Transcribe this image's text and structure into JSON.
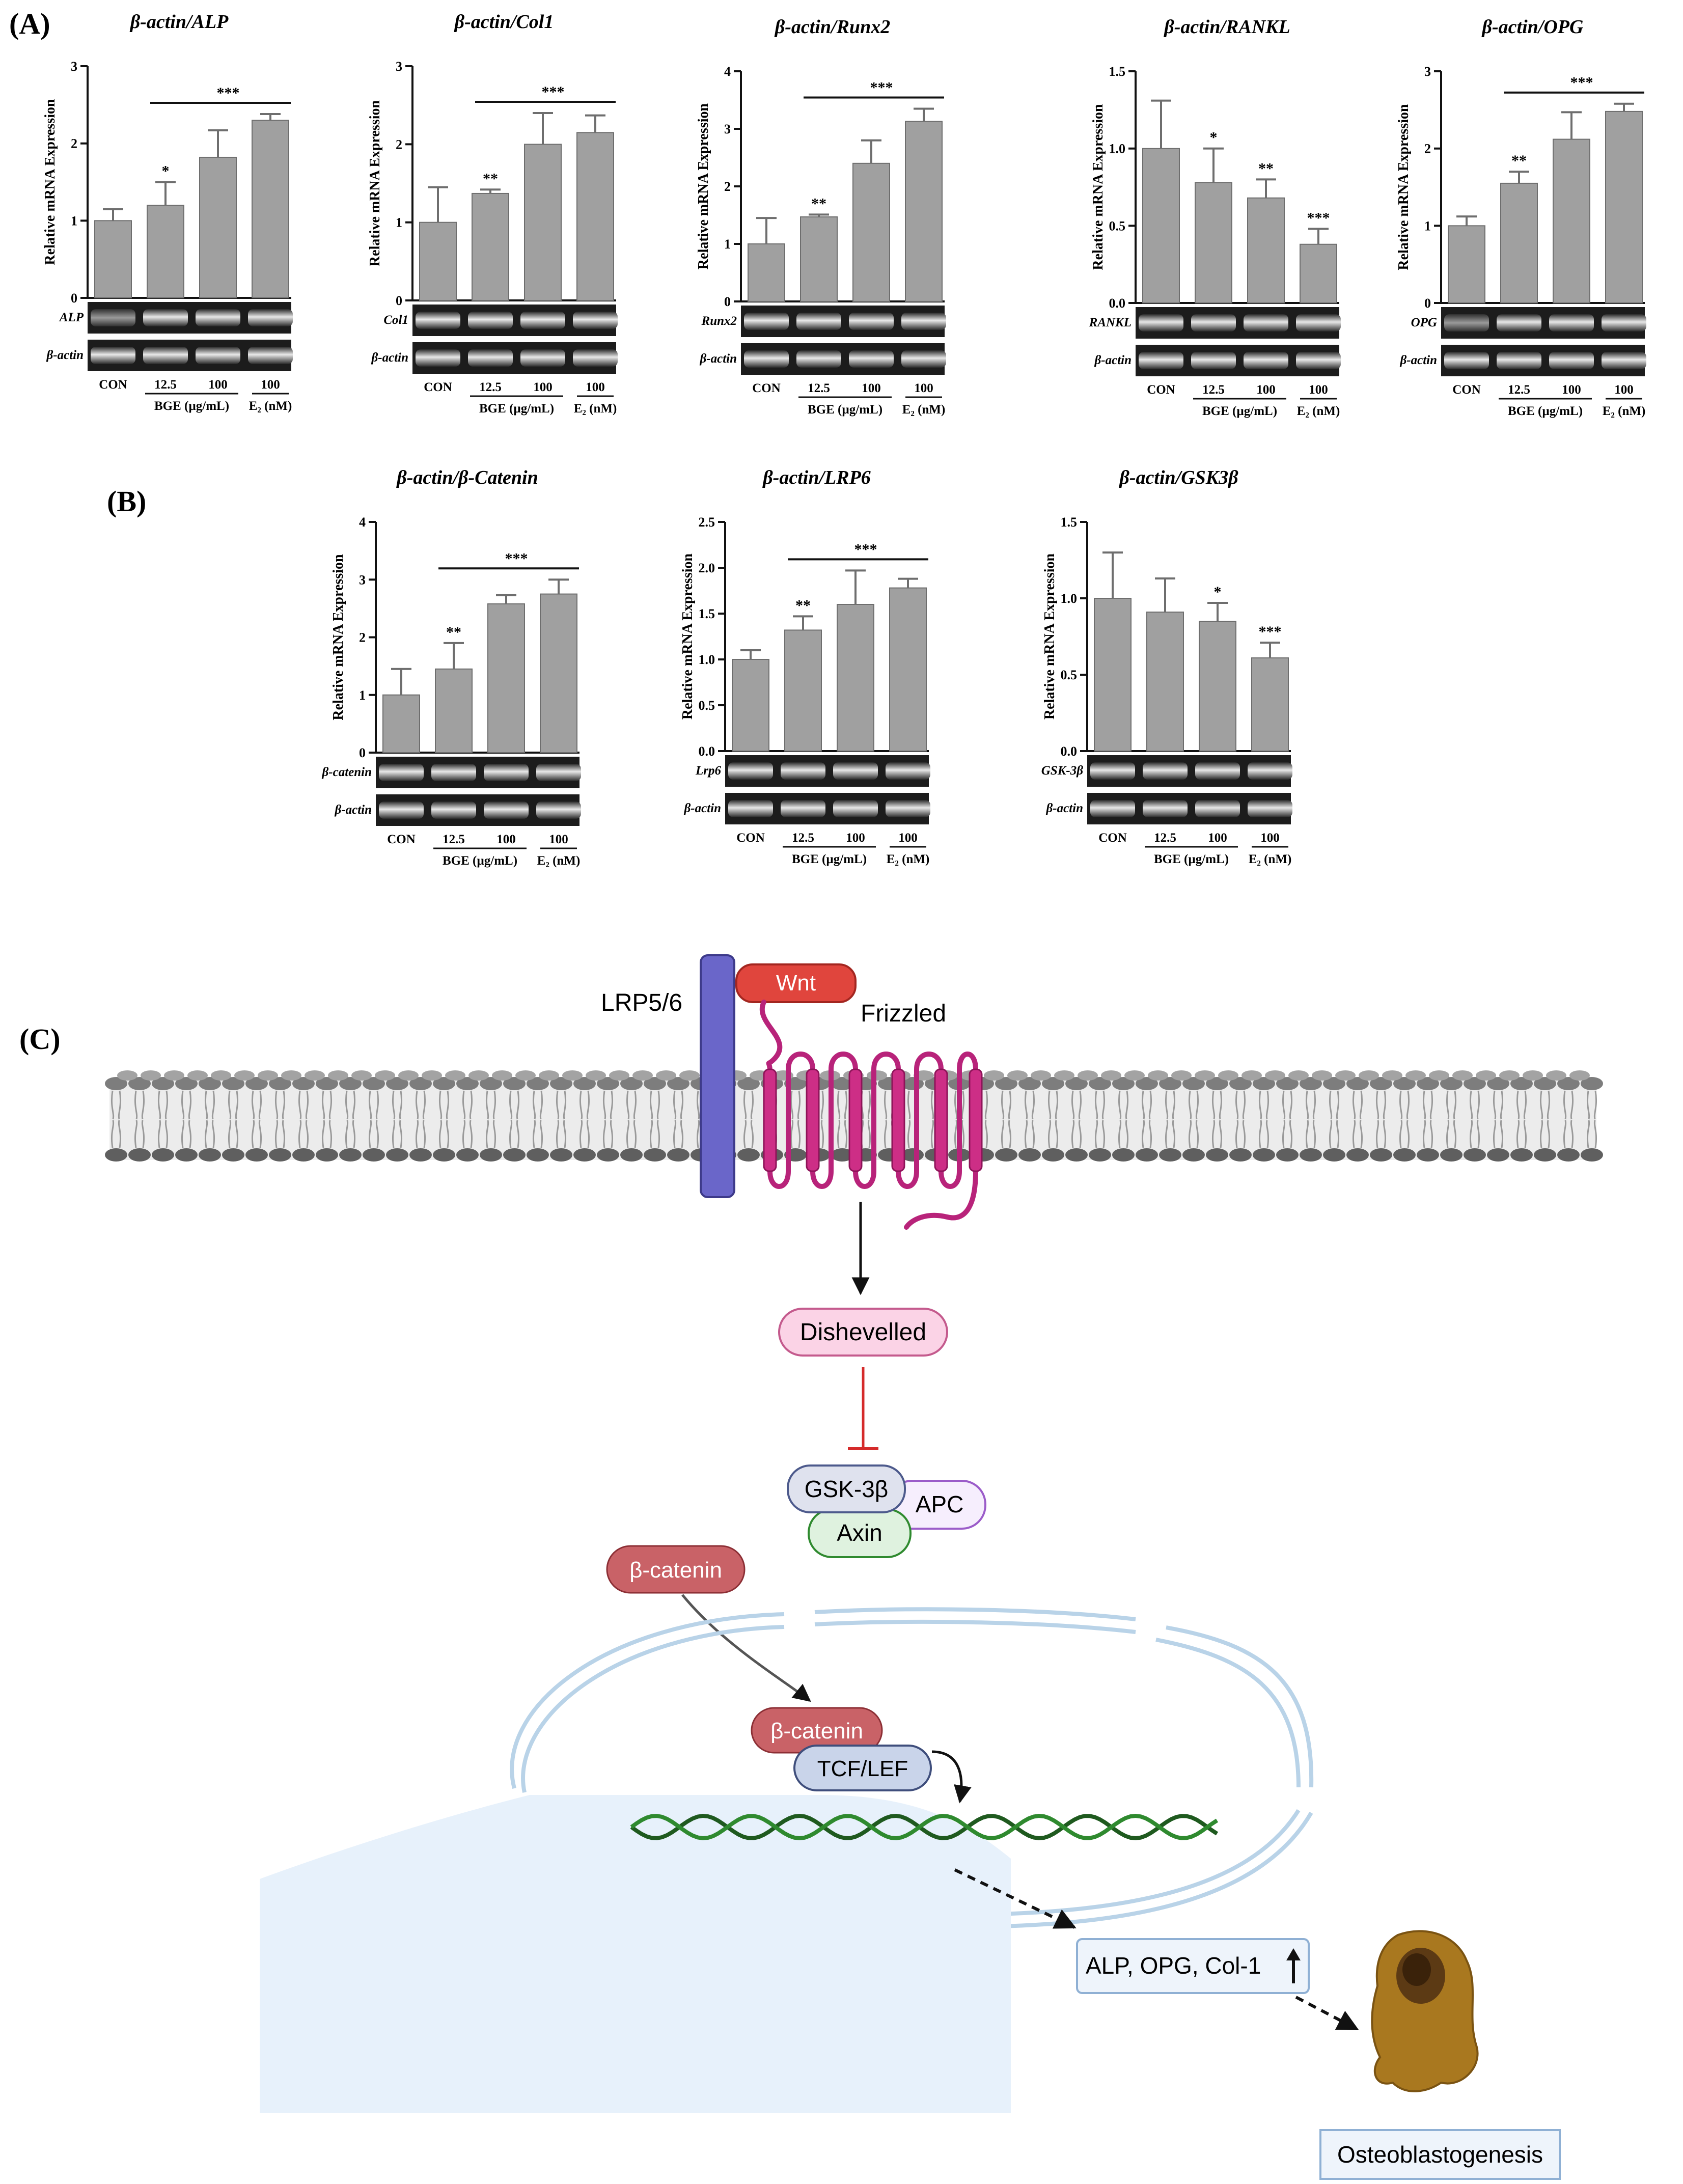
{
  "panels": {
    "A": "(A)",
    "B": "(B)",
    "C": "(C)"
  },
  "common": {
    "ylabel": "Relative mRNA Expression",
    "categories": [
      "CON",
      "12.5",
      "100",
      "100"
    ],
    "group_bge": "BGE (µg/mL)",
    "group_e2": "E₂ (nM)",
    "loading_control": "β-actin",
    "bar_color": "#a0a0a0"
  },
  "chart_data": [
    {
      "type": "bar",
      "title": "β-actin/ALP",
      "gel_label": "ALP",
      "ylim": [
        0,
        3
      ],
      "yticks": [
        "0",
        "1",
        "2",
        "3"
      ],
      "categories": [
        "CON",
        "12.5",
        "100",
        "100"
      ],
      "values": [
        1.0,
        1.2,
        1.82,
        2.3
      ],
      "errors": [
        0.15,
        0.3,
        0.35,
        0.08
      ],
      "sig": [
        "",
        "*",
        "",
        ""
      ],
      "sig_bracket": "***"
    },
    {
      "type": "bar",
      "title": "β-actin/Col1",
      "gel_label": "Col1",
      "ylim": [
        0,
        3
      ],
      "yticks": [
        "0",
        "1",
        "2",
        "3"
      ],
      "categories": [
        "CON",
        "12.5",
        "100",
        "100"
      ],
      "values": [
        1.0,
        1.37,
        2.0,
        2.15
      ],
      "errors": [
        0.45,
        0.05,
        0.4,
        0.22
      ],
      "sig": [
        "",
        "**",
        "",
        ""
      ],
      "sig_bracket": "***"
    },
    {
      "type": "bar",
      "title": "β-actin/Runx2",
      "gel_label": "Runx2",
      "ylim": [
        0,
        4
      ],
      "yticks": [
        "0",
        "1",
        "2",
        "3",
        "4"
      ],
      "categories": [
        "CON",
        "12.5",
        "100",
        "100"
      ],
      "values": [
        1.0,
        1.47,
        2.4,
        3.13
      ],
      "errors": [
        0.45,
        0.04,
        0.4,
        0.22
      ],
      "sig": [
        "",
        "**",
        "",
        ""
      ],
      "sig_bracket": "***"
    },
    {
      "type": "bar",
      "title": "β-actin/RANKL",
      "gel_label": "RANKL",
      "ylim": [
        0,
        1.5
      ],
      "yticks": [
        "0.0",
        "0.5",
        "1.0",
        "1.5"
      ],
      "categories": [
        "CON",
        "12.5",
        "100",
        "100"
      ],
      "values": [
        1.0,
        0.78,
        0.68,
        0.38
      ],
      "errors": [
        0.31,
        0.22,
        0.12,
        0.1
      ],
      "sig": [
        "",
        "*",
        "**",
        "***"
      ],
      "sig_bracket": ""
    },
    {
      "type": "bar",
      "title": "β-actin/OPG",
      "gel_label": "OPG",
      "ylim": [
        0,
        3
      ],
      "yticks": [
        "0",
        "1",
        "2",
        "3"
      ],
      "categories": [
        "CON",
        "12.5",
        "100",
        "100"
      ],
      "values": [
        1.0,
        1.55,
        2.12,
        2.48
      ],
      "errors": [
        0.12,
        0.15,
        0.35,
        0.1
      ],
      "sig": [
        "",
        "**",
        "",
        ""
      ],
      "sig_bracket": "***"
    },
    {
      "type": "bar",
      "title": "β-actin/β-Catenin",
      "gel_label": "β-catenin",
      "ylim": [
        0,
        4
      ],
      "yticks": [
        "0",
        "1",
        "2",
        "3",
        "4"
      ],
      "categories": [
        "CON",
        "12.5",
        "100",
        "100"
      ],
      "values": [
        1.0,
        1.45,
        2.58,
        2.75
      ],
      "errors": [
        0.45,
        0.45,
        0.15,
        0.25
      ],
      "sig": [
        "",
        "**",
        "",
        ""
      ],
      "sig_bracket": "***"
    },
    {
      "type": "bar",
      "title": "β-actin/LRP6",
      "gel_label": "Lrp6",
      "ylim": [
        0,
        2.5
      ],
      "yticks": [
        "0.0",
        "0.5",
        "1.0",
        "1.5",
        "2.0",
        "2.5"
      ],
      "categories": [
        "CON",
        "12.5",
        "100",
        "100"
      ],
      "values": [
        1.0,
        1.32,
        1.6,
        1.78
      ],
      "errors": [
        0.1,
        0.15,
        0.37,
        0.1
      ],
      "sig": [
        "",
        "**",
        "",
        ""
      ],
      "sig_bracket": "***"
    },
    {
      "type": "bar",
      "title": "β-actin/GSK3β",
      "gel_label": "GSK-3β",
      "ylim": [
        0,
        1.5
      ],
      "yticks": [
        "0.0",
        "0.5",
        "1.0",
        "1.5"
      ],
      "categories": [
        "CON",
        "12.5",
        "100",
        "100"
      ],
      "values": [
        1.0,
        0.91,
        0.85,
        0.61
      ],
      "errors": [
        0.3,
        0.22,
        0.12,
        0.1
      ],
      "sig": [
        "",
        "",
        "*",
        "***"
      ],
      "sig_bracket": ""
    }
  ],
  "diagram": {
    "lrp": "LRP5/6",
    "wnt": "Wnt",
    "frizzled": "Frizzled",
    "dishevelled": "Dishevelled",
    "gsk": "GSK-3β",
    "apc": "APC",
    "axin": "Axin",
    "bcat1": "β-catenin",
    "bcat2": "β-catenin",
    "tcf": "TCF/LEF",
    "genes": "ALP, OPG, Col-1",
    "result": "Osteoblastogenesis"
  }
}
